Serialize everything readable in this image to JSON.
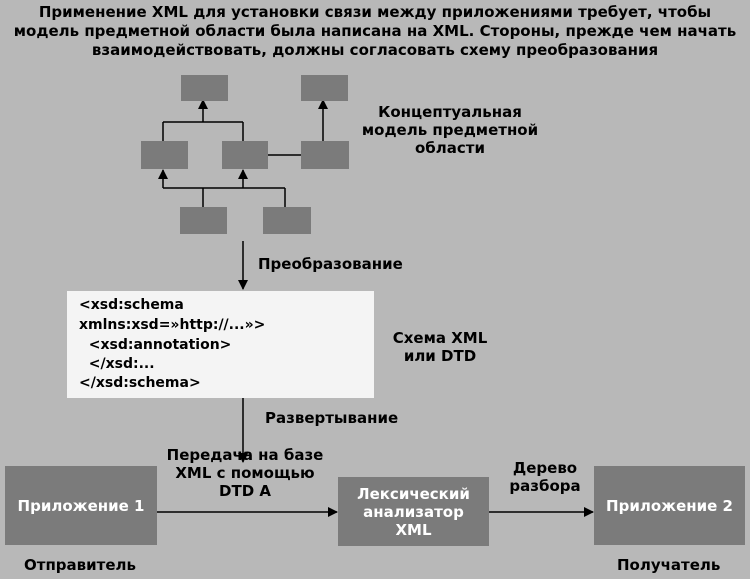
{
  "title": "Применение XML для установки связи между приложениями требует, чтобы модель предметной области была написана на XML. Стороны, прежде чем начать взаимодействовать, должны согласовать схему преобразования",
  "labels": {
    "conceptual_model": "Концептуальная модель предметной области",
    "transformation": "Преобразование",
    "schema": "Схема XML или DTD",
    "deployment": "Развертывание",
    "transfer": "Передача на базе XML с помощью DTD A",
    "parse_tree": "Дерево разбора",
    "sender": "Отправитель",
    "receiver": "Получатель"
  },
  "code_lines": [
    "<xsd:schema",
    "xmlns:xsd=»http://...»>",
    "  <xsd:annotation>",
    "  </xsd:...",
    "</xsd:schema>"
  ],
  "boxes": {
    "app1": "Приложение 1",
    "lexer": "Лексический анализатор XML",
    "app2": "Приложение 2"
  },
  "colors": {
    "background": "#b8b8b8",
    "box": "#7b7b7b",
    "code_bg": "#f4f4f4"
  }
}
